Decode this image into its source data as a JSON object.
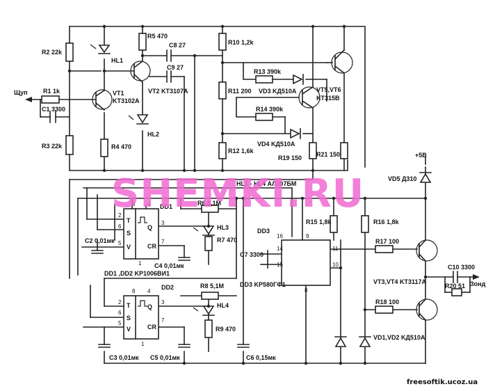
{
  "watermark": "SHEMKI.RU",
  "site": "freesoftik.ucoz.ua",
  "labels": {
    "r2": "R2 22k",
    "r1": "R1 1k",
    "c1": "C1 3300",
    "r3": "R3 22k",
    "r4": "R4 470",
    "vt1": "VT1",
    "vt1_type": "KT3102A",
    "hl1": "HL1",
    "hl2": "HL2",
    "r5": "R5 470",
    "c8": "C8 27",
    "c9": "C9 27",
    "vt2": "VT2 KT3107A",
    "r10": "R10 1,2k",
    "r11": "R11 200",
    "r12": "R12 1,6k",
    "r13": "R13 390k",
    "vd3": "VD3 KД510A",
    "r14": "R14 390k",
    "vd4": "VD4 KД510A",
    "vt56": "VT5,VT6",
    "vt56_type": "KT315B",
    "r19": "R19 150",
    "r21": "R21 150",
    "probe": "Щуп",
    "hl14": "HL1 - HL4 АЛ307БМ",
    "plus5": "+5В",
    "vd5": "VD5 Д310",
    "dd1": "DD1",
    "dd2": "DD2",
    "dd3": "DD3",
    "dd12_type": "DD1 ,DD2 KP1006BИ1",
    "dd3_type": "DD3 KP580ГФ1",
    "r6": "R6 5,1M",
    "hl3": "HL3",
    "r7": "R7 470",
    "c2": "C2 0,01мк",
    "c4": "C4 0,01мк",
    "r8": "R8 5,1M",
    "hl4": "HL4",
    "r9": "R9 470",
    "c3": "C3 0,01мк",
    "c5": "C5 0,01мк",
    "c6": "C6 0,15мк",
    "c7": "C7 3300",
    "r15": "R15 1,8k",
    "r16": "R16 1,8k",
    "r17": "R17 100",
    "r18": "R18 100",
    "c10": "C10 3300",
    "r20": "R20 51",
    "vt34": "VT3,VT4 KT3117A",
    "vd12": "VD1,VD2 KД510A",
    "zond": "Зонд"
  },
  "chip": {
    "t": "T",
    "s": "S",
    "v": "V",
    "q": "Q",
    "cr": "CR"
  }
}
